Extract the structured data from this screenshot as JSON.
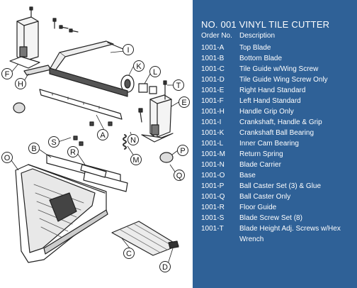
{
  "panel": {
    "title": "NO. 001 VINYL TILE CUTTER",
    "header": {
      "order_no": "Order No.",
      "description": "Description"
    },
    "parts": [
      {
        "code": "1001-A",
        "description": "Top Blade"
      },
      {
        "code": "1001-B",
        "description": "Bottom Blade"
      },
      {
        "code": "1001-C",
        "description": "Tile Guide w/Wing Screw"
      },
      {
        "code": "1001-D",
        "description": "Tile Guide Wing Screw Only"
      },
      {
        "code": "1001-E",
        "description": "Right Hand Standard"
      },
      {
        "code": "1001-F",
        "description": "Left Hand Standard"
      },
      {
        "code": "1001-H",
        "description": "Handle Grip Only"
      },
      {
        "code": "1001-I",
        "description": "Crankshaft, Handle & Grip"
      },
      {
        "code": "1001-K",
        "description": "Crankshaft Ball Bearing"
      },
      {
        "code": "1001-L",
        "description": "Inner Cam Bearing"
      },
      {
        "code": "1001-M",
        "description": "Return Spring"
      },
      {
        "code": "1001-N",
        "description": "Blade Carrier"
      },
      {
        "code": "1001-O",
        "description": "Base"
      },
      {
        "code": "1001-P",
        "description": "Ball Caster Set (3) & Glue"
      },
      {
        "code": "1001-Q",
        "description": "Ball Caster Only"
      },
      {
        "code": "1001-R",
        "description": "Floor Guide"
      },
      {
        "code": "1001-S",
        "description": "Blade Screw Set (8)"
      },
      {
        "code": "1001-T",
        "description": "Blade Height Adj. Screws w/Hex Wrench"
      }
    ],
    "background_color": "#2f6197"
  },
  "diagram": {
    "callouts": {
      "A": "A",
      "B": "B",
      "C": "C",
      "D": "D",
      "E": "E",
      "F": "F",
      "H": "H",
      "I": "I",
      "K": "K",
      "L": "L",
      "M": "M",
      "N": "N",
      "O": "O",
      "P": "P",
      "Q": "Q",
      "R": "R",
      "S": "S",
      "T": "T"
    }
  }
}
